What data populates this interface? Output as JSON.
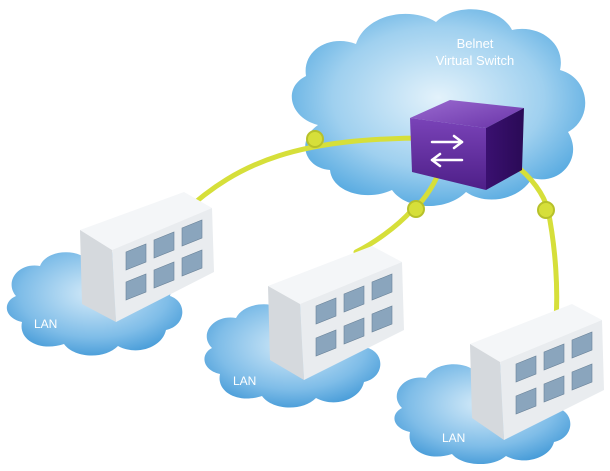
{
  "cloud_label": {
    "line1": "Belnet",
    "line2": "Virtual Switch"
  },
  "lan_labels": [
    "LAN",
    "LAN",
    "LAN"
  ],
  "colors": {
    "sky_blue": "#5aaee3",
    "sky_blue_light": "#bfe1f6",
    "link_yellow": "#d6df3a",
    "switch_purple": "#6b2fa0",
    "building_face": "#e9ecef",
    "building_side": "#c7ccd1",
    "window_blue": "#8aa5bd"
  }
}
